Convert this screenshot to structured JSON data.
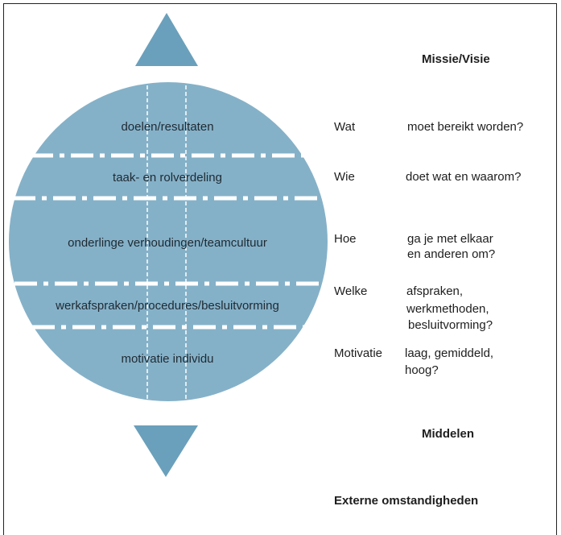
{
  "colors": {
    "globe": "#85b1c8",
    "arrow": "#6aa0bb",
    "dash": "#ffffff",
    "text": "#1e1e1e"
  },
  "layers": [
    {
      "label": "doelen/resultaten"
    },
    {
      "label": "taak- en rolverdeling"
    },
    {
      "label": "onderlinge verhoudingen/teamcultuur"
    },
    {
      "label": "werkafspraken/procedures/besluitvorming"
    },
    {
      "label": "motivatie individu"
    }
  ],
  "top_label": "Missie/Visie",
  "bottom_label": "Middelen",
  "footer_label": "Externe omstandigheden",
  "questions": [
    {
      "key": "Wat",
      "text": [
        "moet bereikt worden?"
      ]
    },
    {
      "key": "Wie",
      "text": [
        "doet wat en waarom?"
      ]
    },
    {
      "key": "Hoe",
      "text": [
        "ga je met elkaar",
        "en anderen om?"
      ]
    },
    {
      "key": "Welke",
      "text": [
        "afspraken,",
        "werkmethoden,",
        "besluitvorming?"
      ]
    },
    {
      "key": "Motivatie",
      "text": [
        "laag, gemiddeld,",
        "hoog?"
      ]
    }
  ]
}
